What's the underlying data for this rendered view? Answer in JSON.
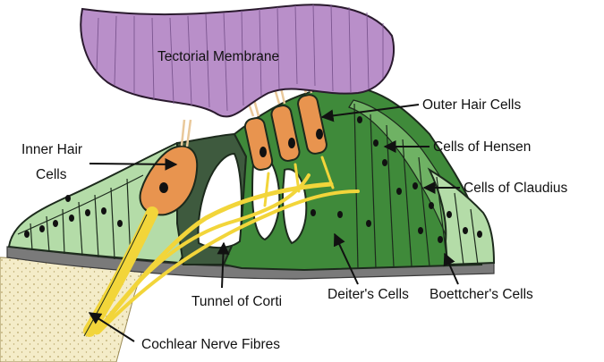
{
  "diagram": {
    "labels": {
      "tectorial_membrane": "Tectorial Membrane",
      "outer_hair_cells": "Outer Hair Cells",
      "inner_hair_cells_line1": "Inner Hair",
      "inner_hair_cells_line2": "Cells",
      "cells_of_hensen": "Cells of Hensen",
      "cells_of_claudius": "Cells of Claudius",
      "tunnel_of_corti": "Tunnel of Corti",
      "deiters_cells": "Deiter's Cells",
      "boettchers_cells": "Boettcher's Cells",
      "cochlear_nerve_fibres": "Cochlear Nerve Fibres"
    },
    "colors": {
      "tectorial_membrane": "#b98fc9",
      "light_green_cells": "#b4dca8",
      "dark_green_cells": "#3f8a3a",
      "basilar_membrane": "#7a7a7a",
      "hair_cells": "#e8944f",
      "nerve_fibres": "#f2d53a",
      "bone": "#f4ecc8",
      "outline": "#1c2a1c"
    }
  }
}
